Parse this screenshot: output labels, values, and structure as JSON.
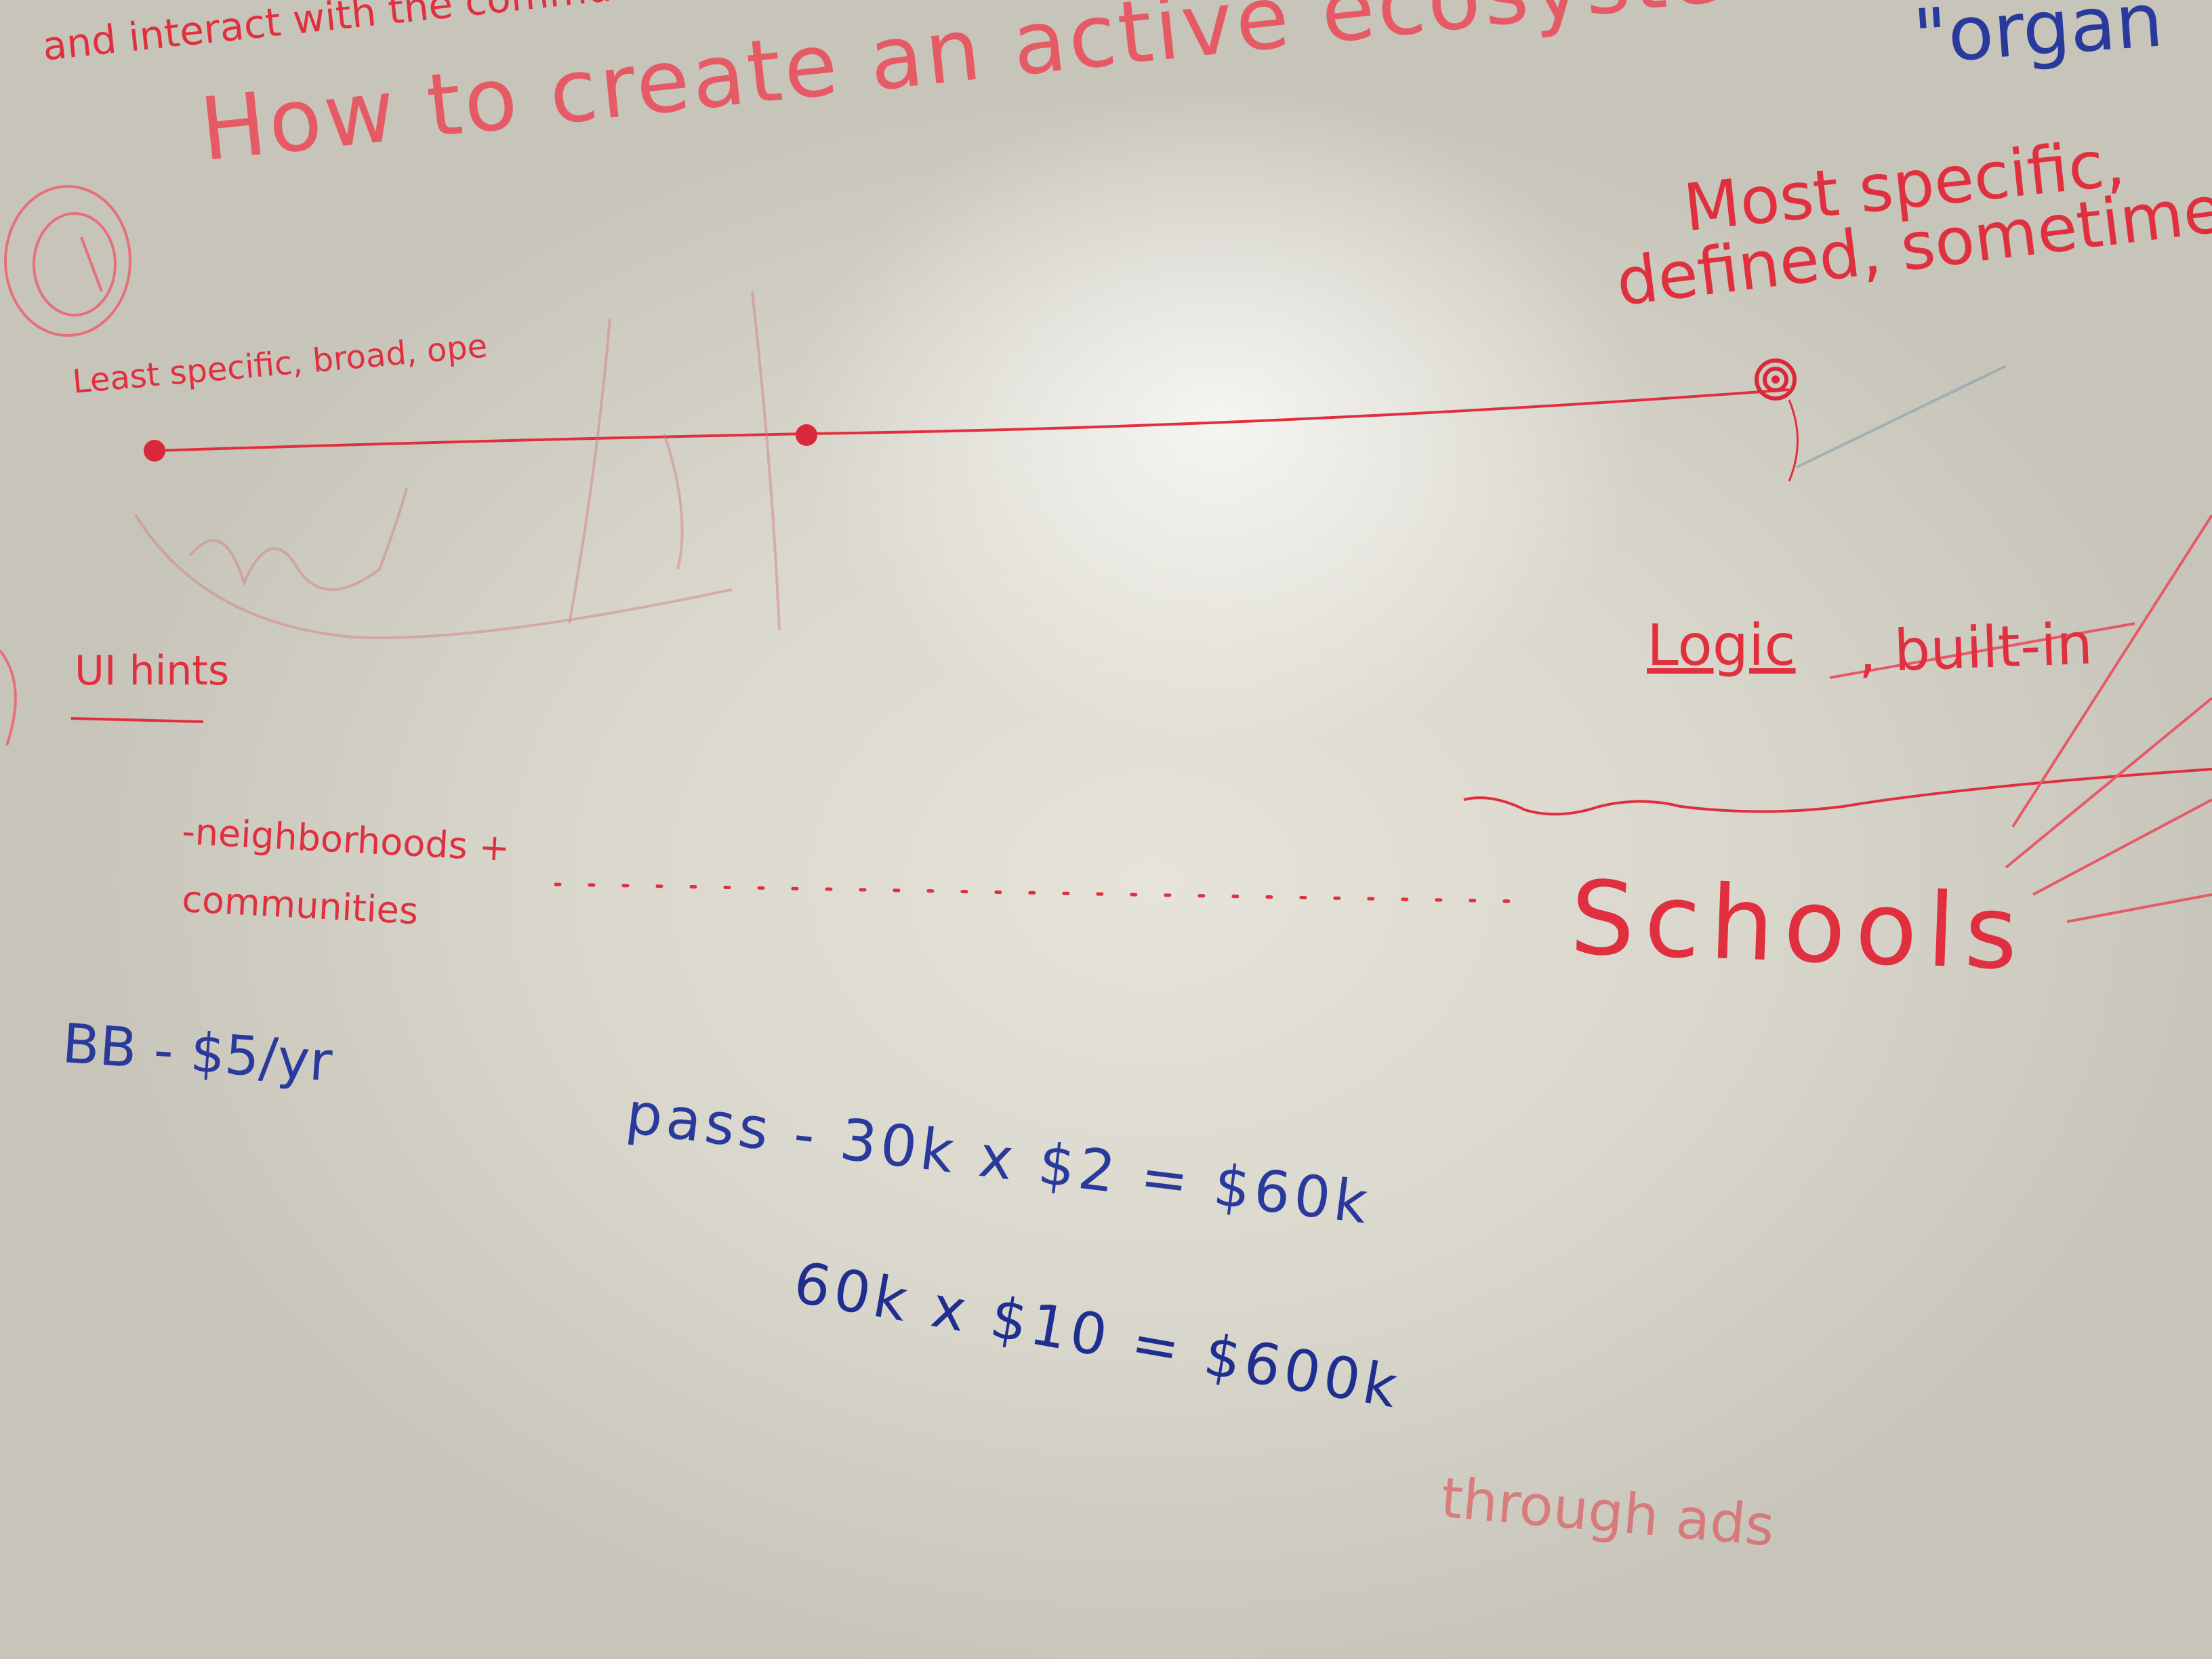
{
  "board": {
    "top_fragment": "and interact with the commun",
    "top_right_fragment": "\"organ",
    "question": "How to create an active ecosystem?",
    "most_specific_line1": "Most specific,",
    "most_specific_line2": "defined, sometimes",
    "least_specific": "Least specific, broad, ope",
    "ui_hints": "UI hints",
    "logic": "Logic",
    "built_in": ", built-in",
    "neighborhoods": "-neighborhoods +",
    "communities": "communities",
    "schools": "Schools",
    "bb": "BB - $5/yr",
    "pass": "pass - 30k x $2 = $60k",
    "sixty_k": "60k x $10 = $600k",
    "through_ads": "through ads"
  },
  "colors": {
    "red_marker": "#e0303f",
    "blue_marker": "#2a3a9c",
    "board": "#dedcd2"
  }
}
